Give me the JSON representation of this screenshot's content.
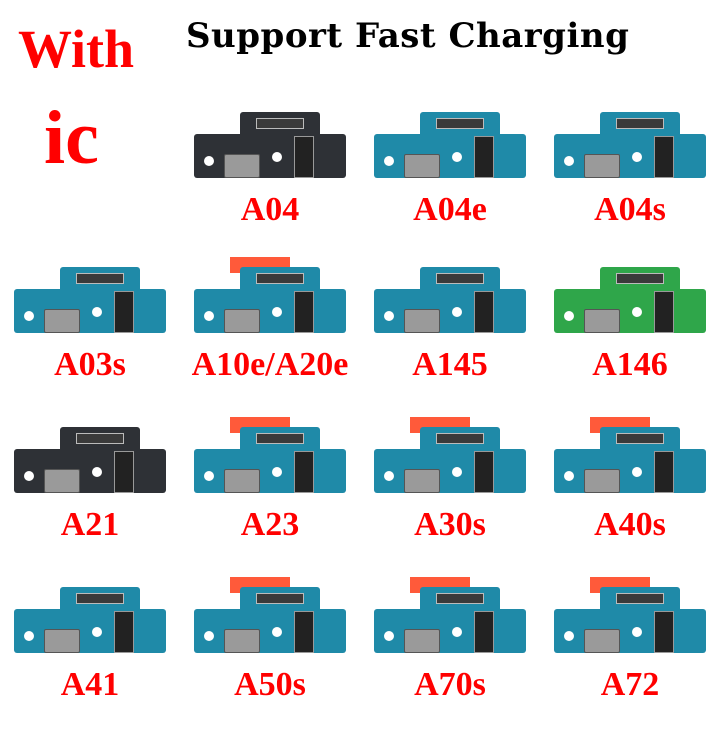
{
  "header": {
    "badge_line1": "With",
    "badge_line2": "ic",
    "headline": "Support Fast Charging"
  },
  "colors": {
    "label": "#ff0000",
    "headline": "#000000",
    "pcb_blue": "#1f8aa8",
    "pcb_black": "#2e3136",
    "pcb_green": "#2fa64a",
    "flex_orange": "#ff5a3a"
  },
  "products": [
    {
      "model": "A04",
      "board_color": "black",
      "flex": false
    },
    {
      "model": "A04e",
      "board_color": "blue",
      "flex": false
    },
    {
      "model": "A04s",
      "board_color": "blue",
      "flex": false
    },
    {
      "model": "A03s",
      "board_color": "blue",
      "flex": false
    },
    {
      "model": "A10e/A20e",
      "board_color": "blue",
      "flex": true
    },
    {
      "model": "A145",
      "board_color": "blue",
      "flex": false
    },
    {
      "model": "A146",
      "board_color": "green",
      "flex": false
    },
    {
      "model": "A21",
      "board_color": "black",
      "flex": false
    },
    {
      "model": "A23",
      "board_color": "blue",
      "flex": true
    },
    {
      "model": "A30s",
      "board_color": "blue",
      "flex": true
    },
    {
      "model": "A40s",
      "board_color": "blue",
      "flex": true
    },
    {
      "model": "A41",
      "board_color": "blue",
      "flex": false
    },
    {
      "model": "A50s",
      "board_color": "blue",
      "flex": true
    },
    {
      "model": "A70s",
      "board_color": "blue",
      "flex": true
    },
    {
      "model": "A72",
      "board_color": "blue",
      "flex": true
    }
  ]
}
